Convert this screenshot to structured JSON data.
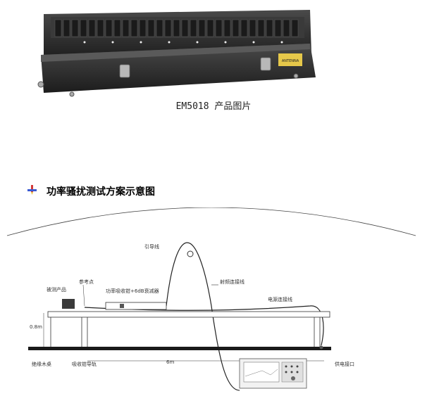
{
  "product_photo": {
    "caption": "EM5018 产品图片",
    "label_plate_text": "ANTENNA"
  },
  "section": {
    "bullet_icon": "pencil-bullet-icon",
    "title": "功率骚扰测试方案示意图"
  },
  "diagram": {
    "labels": {
      "lead_wire": "引导线",
      "rf_cable": "射频连接线",
      "eut": "被测产品",
      "ref_point": "参考点",
      "clamp": "功率吸收钳+6dB衰减器",
      "power_cable": "电源连接线",
      "height": "0.8m",
      "table": "绝缘木桌",
      "rail": "吸收钳导轨",
      "length": "6m",
      "supply": "供电接口"
    }
  },
  "colors": {
    "box_dark": "#2e2e2e",
    "label_plate": "#e6c84a",
    "line": "#333333"
  }
}
